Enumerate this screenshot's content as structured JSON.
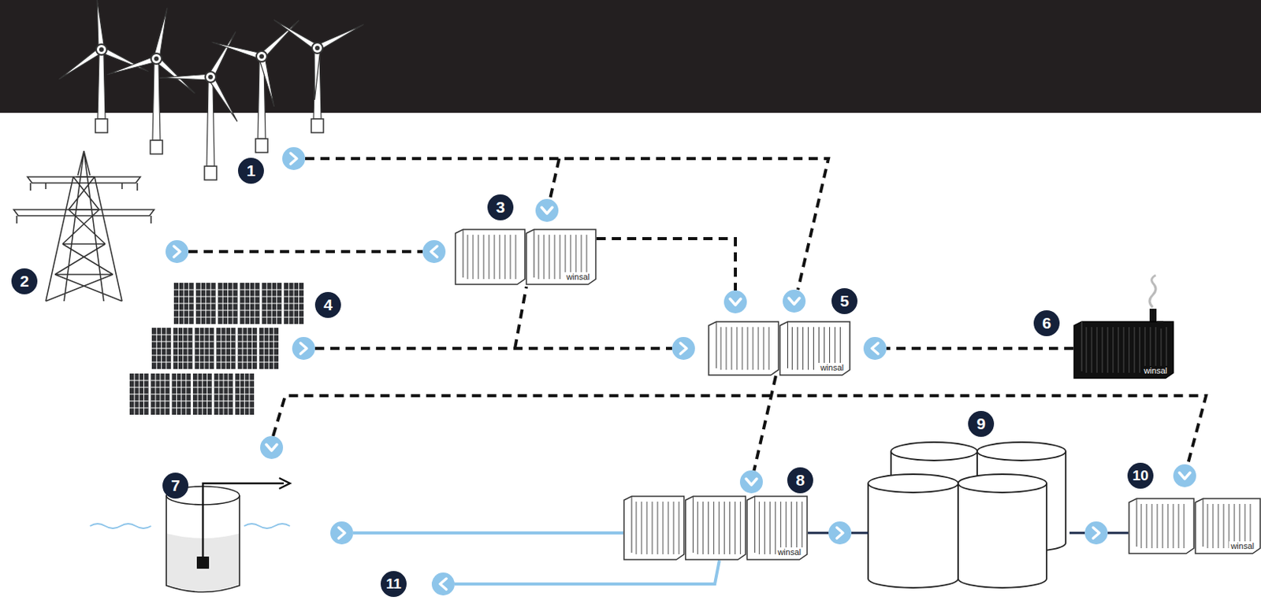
{
  "diagram": {
    "nodes": [
      {
        "text": [
          "winsal"
        ]
      },
      {
        "text": [
          "winsal"
        ]
      },
      {
        "text": [
          "winsal"
        ]
      },
      {
        "text": [
          "winsal"
        ]
      },
      {
        "text": [
          "winsal"
        ]
      }
    ],
    "edges": [
      {
        "from": 0,
        "to": 1,
        "arrow": "to"
      },
      {
        "from": 2,
        "to": 1,
        "arrow": "to"
      },
      {
        "from": 1,
        "to": 3,
        "arrow": "to"
      }
    ],
    "labels": [
      "1",
      "2",
      "3",
      "4",
      "5",
      "6",
      "7",
      "8",
      "9",
      "10",
      "11"
    ]
  }
}
